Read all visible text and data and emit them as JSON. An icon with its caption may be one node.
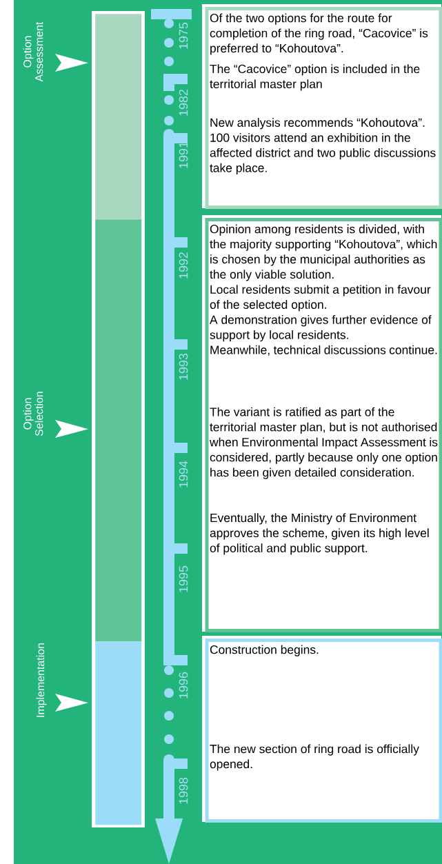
{
  "diagram": {
    "nodes": [
      {
        "text": [
          "Option Assessment"
        ]
      },
      {
        "text": [
          "Option Selection"
        ]
      },
      {
        "text": [
          "Implementation"
        ]
      },
      {
        "text": [],
        "shape": "bar"
      },
      {
        "text": [],
        "shape": "bar"
      },
      {
        "text": [],
        "shape": "bar"
      },
      {
        "text": [
          "Of the two options for the route for completion of the ring road, “Cacovice” is preferred to “Kohoutova”.",
          "The “Cacovice” option is included in the territorial master plan",
          "New analysis recommends “Kohoutova”. 100 visitors attend an exhibition in the affected district and two public discussions take place."
        ]
      },
      {
        "text": [
          "Opinion among residents is divided, with the majority supporting “Kohoutova”, which is chosen by the municipal authorities as the only viable solution.",
          "Local residents submit a petition in favour of the selected option.",
          "A demonstration gives further evidence of support by local residents.",
          "Meanwhile, technical discussions continue.",
          "The variant is ratified as part of the territorial master plan, but is not authorised when Environmental Impact Assessment is considered, partly because only one option has been given detailed consideration.",
          "Eventually, the Ministry of Environment approves the scheme, given its high level of political and public support."
        ]
      },
      {
        "text": [
          "Construction begins.",
          "The new section of ring road is officially opened."
        ]
      }
    ],
    "edges": [
      {
        "from": 0,
        "to": 3,
        "arrow": "to"
      },
      {
        "from": 1,
        "to": 4,
        "arrow": "to"
      },
      {
        "from": 2,
        "to": 5,
        "arrow": "to"
      }
    ],
    "labels": [
      "1975",
      "1982",
      "1991",
      "1992",
      "1993",
      "1994",
      "1995",
      "1996",
      "1998"
    ]
  }
}
